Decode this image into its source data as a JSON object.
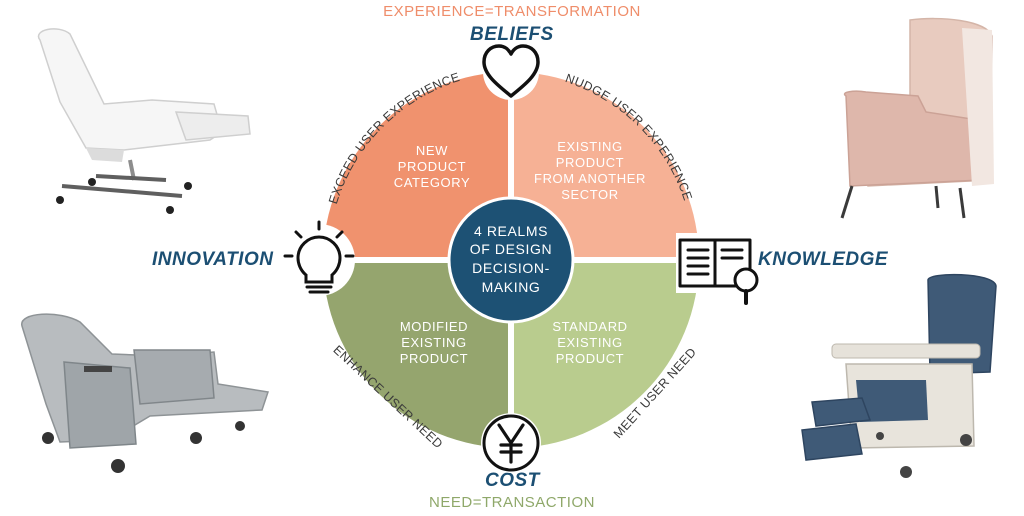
{
  "top_caption": "EXPERIENCE=TRANSFORMATION",
  "bottom_caption": "NEED=TRANSACTION",
  "axes": {
    "top": "BELIEFS",
    "bottom": "COST",
    "left": "INNOVATION",
    "right": "KNOWLEDGE"
  },
  "center": [
    "4 REALMS",
    "OF DESIGN",
    "DECISION-",
    "MAKING"
  ],
  "quadrants": {
    "top_left": {
      "lines": [
        "NEW",
        "PRODUCT",
        "CATEGORY"
      ],
      "arc": "EXCEED USER EXPERIENCE",
      "color": "#f0926e"
    },
    "top_right": {
      "lines": [
        "EXISTING",
        "PRODUCT",
        "FROM ANOTHER",
        "SECTOR"
      ],
      "arc": "NUDGE USER EXPERIENCE",
      "color": "#f6b195"
    },
    "bottom_left": {
      "lines": [
        "MODIFIED",
        "EXISTING",
        "PRODUCT"
      ],
      "arc": "ENHANCE USER NEED",
      "color": "#95a56e"
    },
    "bottom_right": {
      "lines": [
        "STANDARD",
        "EXISTING",
        "PRODUCT"
      ],
      "arc": "MEET USER NEED",
      "color": "#b9cc8e"
    }
  },
  "colors": {
    "top_caption": "#ef8d6a",
    "bottom_caption": "#8fa86a",
    "axis_label": "#1c4f73",
    "center_circle": "#1d5174"
  },
  "icons": {
    "top": "heart-icon",
    "bottom": "yen-coin-icon",
    "left": "lightbulb-icon",
    "right": "book-magnifier-icon"
  }
}
